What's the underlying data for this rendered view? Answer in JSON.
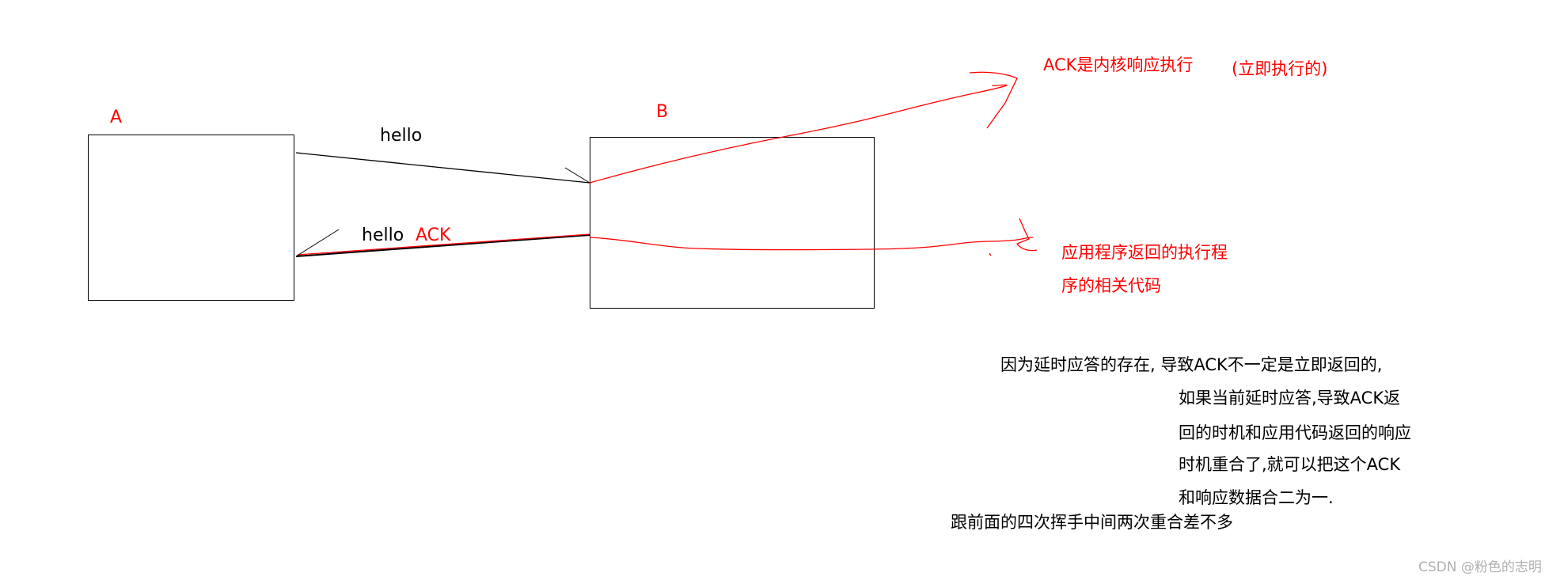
{
  "nodes": {
    "a_label": "A",
    "b_label": "B"
  },
  "messages": {
    "hello": "hello",
    "reply_hello": "hello",
    "reply_ack": "ACK"
  },
  "annotations": {
    "kernel_ack": "ACK是内核响应执行",
    "kernel_ack_note": "(立即执行的)",
    "app_line1": "应用程序返回的执行程",
    "app_line2": "序的相关代码"
  },
  "explanation": {
    "lines": [
      "因为延时应答的存在, 导致ACK不一定是立即返回的,",
      "如果当前延时应答,导致ACK返",
      "回的时机和应用代码返回的响应",
      "时机重合了,就可以把这个ACK",
      "和响应数据合二为一."
    ],
    "footer": "跟前面的四次挥手中间两次重合差不多"
  },
  "watermark": "CSDN @粉色的志明",
  "colors": {
    "annotation": "#ff0000",
    "text": "#000000",
    "watermark": "#b0b0b0"
  }
}
